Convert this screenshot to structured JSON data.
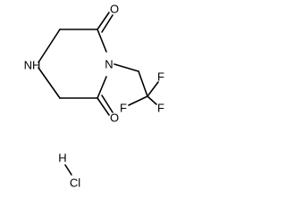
{
  "molecule": {
    "ring": {
      "nh_label": "NH",
      "n_label": "N",
      "o_top_label": "O",
      "o_bottom_label": "O"
    },
    "trifluoroethyl": {
      "f_top_label": "F",
      "f_left_label": "F",
      "f_right_label": "F"
    },
    "salt": {
      "h_label": "H",
      "cl_label": "Cl"
    }
  },
  "colors": {
    "bond": "#000000",
    "text": "#000000",
    "background": "#ffffff"
  }
}
